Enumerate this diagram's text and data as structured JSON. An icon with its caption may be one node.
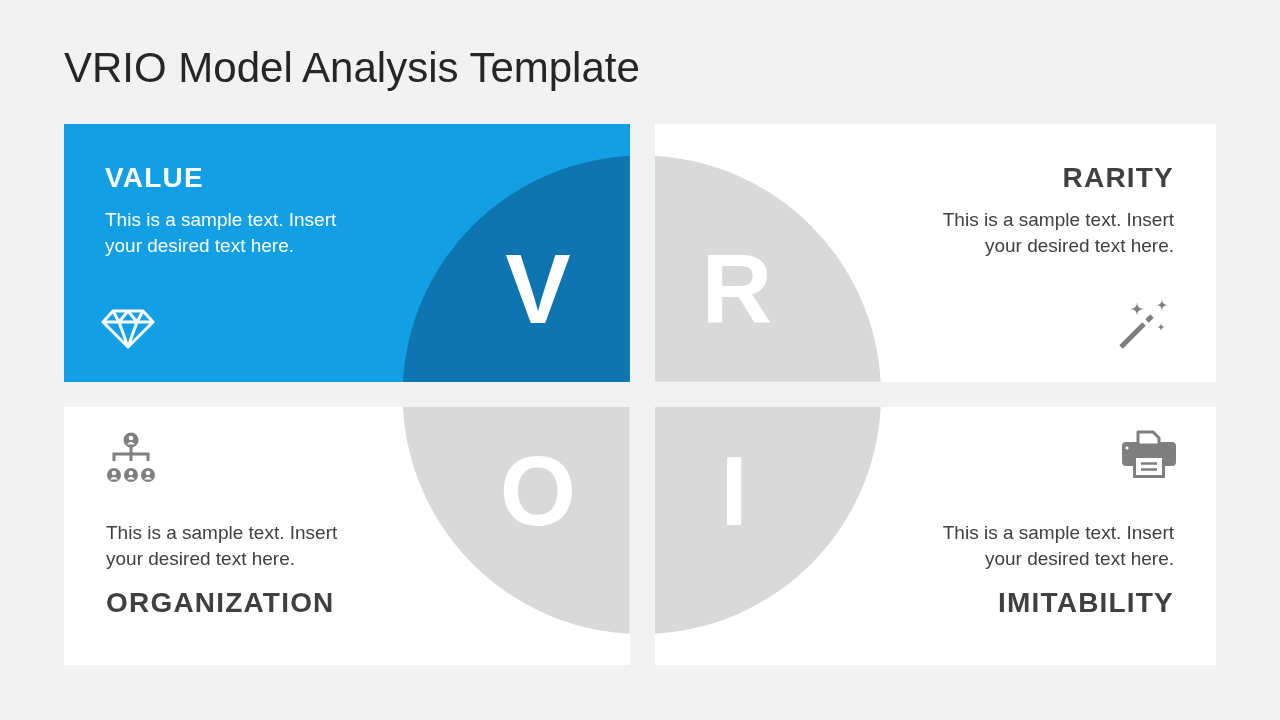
{
  "diagram": {
    "title": "VRIO Model Analysis Template",
    "nodes": [
      {
        "text": [
          "VALUE",
          "This is a sample text. Insert your desired text here."
        ]
      },
      {
        "text": [
          "V"
        ],
        "in": 0
      },
      {
        "text": [
          "RARITY",
          "This is a sample text. Insert your desired text here."
        ]
      },
      {
        "text": [
          "R"
        ],
        "in": 2
      },
      {
        "text": [
          "This is a sample text. Insert your desired text here.",
          "ORGANIZATION"
        ]
      },
      {
        "text": [
          "O"
        ],
        "in": 4
      },
      {
        "text": [
          "This is a sample text. Insert your desired text here.",
          "IMITABILITY"
        ]
      },
      {
        "text": [
          "I"
        ],
        "in": 6
      }
    ]
  }
}
